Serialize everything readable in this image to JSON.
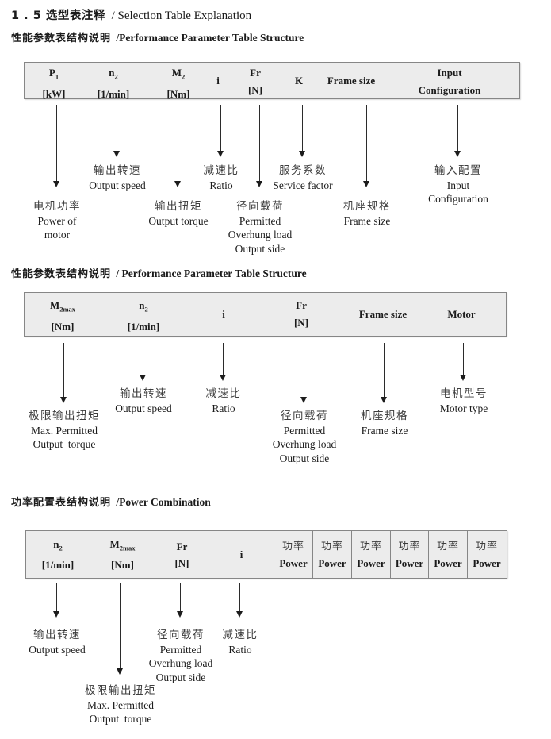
{
  "title": {
    "zh": "1 . 5 选型表注释",
    "en": "/ Selection Table Explanation"
  },
  "sections": [
    {
      "heading": {
        "zh": "性能参数表结构说明",
        "en": "/Performance Parameter Table Structure"
      },
      "table": {
        "columns": [
          {
            "l1": "P",
            "sub": "1",
            "l2": "[kW]"
          },
          {
            "l1": "n",
            "sub": "2",
            "l2": "[1/min]"
          },
          {
            "l1": "M",
            "sub": "2",
            "l2": "[Nm]"
          },
          {
            "l1": "i"
          },
          {
            "l1": "Fr",
            "l2": "[N]"
          },
          {
            "l1": "K"
          },
          {
            "l1": "Frame size"
          },
          {
            "l1": "Input",
            "l2": "Configuration"
          }
        ]
      },
      "callouts": [
        {
          "lines": [
            "电机功率",
            "Power of",
            "motor"
          ]
        },
        {
          "lines": [
            "输出转速",
            "Output speed"
          ]
        },
        {
          "lines": [
            "输出扭矩",
            "Output torque"
          ]
        },
        {
          "lines": [
            "减速比",
            "Ratio"
          ]
        },
        {
          "lines": [
            "径向载荷",
            "Permitted",
            "Overhung load",
            "Output side"
          ]
        },
        {
          "lines": [
            "服务系数",
            "Service factor"
          ]
        },
        {
          "lines": [
            "机座规格",
            "Frame size"
          ]
        },
        {
          "lines": [
            "输入配置",
            "Input",
            "Configuration"
          ]
        }
      ]
    },
    {
      "heading": {
        "zh": "性能参数表结构说明",
        "en": "/ Performance Parameter Table Structure"
      },
      "table": {
        "columns": [
          {
            "l1": "M",
            "sub": "2max",
            "l2": "[Nm]"
          },
          {
            "l1": "n",
            "sub": "2",
            "l2": "[1/min]"
          },
          {
            "l1": "i"
          },
          {
            "l1": "Fr",
            "l2": "[N]"
          },
          {
            "l1": "Frame size"
          },
          {
            "l1": "Motor"
          }
        ]
      },
      "callouts": [
        {
          "lines": [
            "极限输出扭矩",
            "Max. Permitted",
            "Output  torque"
          ]
        },
        {
          "lines": [
            "输出转速",
            "Output speed"
          ]
        },
        {
          "lines": [
            "减速比",
            "Ratio"
          ]
        },
        {
          "lines": [
            "径向载荷",
            "Permitted",
            "Overhung load",
            "Output side"
          ]
        },
        {
          "lines": [
            "机座规格",
            "Frame size"
          ]
        },
        {
          "lines": [
            "电机型号",
            "Motor type"
          ]
        }
      ]
    },
    {
      "heading": {
        "zh": "功率配置表结构说明",
        "en": "/Power Combination"
      },
      "table": {
        "columns": [
          {
            "l1": "n",
            "sub": "2",
            "l2": "[1/min]"
          },
          {
            "l1": "M",
            "sub": "2max",
            "l2": "[Nm]"
          },
          {
            "l1": "Fr",
            "l2": "[N]"
          },
          {
            "l1": "i"
          },
          {
            "l1": "功率",
            "l2": "Power"
          },
          {
            "l1": "功率",
            "l2": "Power"
          },
          {
            "l1": "功率",
            "l2": "Power"
          },
          {
            "l1": "功率",
            "l2": "Power"
          },
          {
            "l1": "功率",
            "l2": "Power"
          },
          {
            "l1": "功率",
            "l2": "Power"
          }
        ]
      },
      "callouts": [
        {
          "lines": [
            "输出转速",
            "Output speed"
          ]
        },
        {
          "lines": [
            "极限输出扭矩",
            "Max. Permitted",
            "Output  torque"
          ]
        },
        {
          "lines": [
            "径向载荷",
            "Permitted",
            "Overhung load",
            "Output side"
          ]
        },
        {
          "lines": [
            "减速比",
            "Ratio"
          ]
        }
      ]
    }
  ]
}
